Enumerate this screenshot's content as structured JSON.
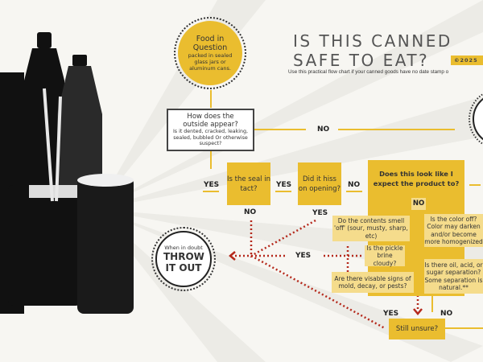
{
  "title": {
    "line1": "IS THIS CANNED",
    "line2": "SAFE TO EAT?",
    "copyright": "©2025",
    "subtitle": "Use this practical flow chart if your canned goods have no date stamp o"
  },
  "start": {
    "heading": "Food in Question",
    "body": "packed in sealed glass jars or aluminum cans."
  },
  "outside": {
    "heading": "How does the outside appear?",
    "body": "Is it dented, cracked, leaking, sealed, bubbled Or otherwise suspect?"
  },
  "seal": "Is the seal in tact?",
  "hiss": "Did it hiss on opening?",
  "expect": "Does this look like I expect the product to?",
  "throw": {
    "small": "When in doubt",
    "big": "THROW IT OUT"
  },
  "checks": {
    "smell": "Do the contents smell 'off' (sour, musty, sharp, etc)",
    "color": "Is the color off? Color may darken and/or become more homogenized",
    "pickle": "Is the pickle brine cloudy?",
    "oil": "Is there oil, acid, or sugar separation? Some separation is natural.**",
    "mold": "Are there visable signs of mold, decay, or pests?"
  },
  "unsure": "Still unsure?",
  "labels": {
    "no_outside": "NO",
    "yes_outside": "YES",
    "yes_seal": "YES",
    "no_hiss": "NO",
    "no_expect": "NO",
    "no_seal": "NO",
    "yes_hiss": "YES",
    "yes_checks": "YES",
    "yes_unsure": "YES",
    "no_unsure": "NO"
  },
  "colors": {
    "accent": "#eabd2f",
    "light": "#f5dc8c",
    "danger": "#b5291c"
  }
}
